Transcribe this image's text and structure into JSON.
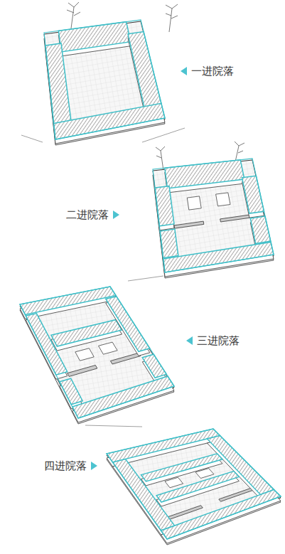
{
  "diagram": {
    "labels": [
      "一进院落",
      "二进院落",
      "三进院落",
      "四进院落"
    ]
  }
}
